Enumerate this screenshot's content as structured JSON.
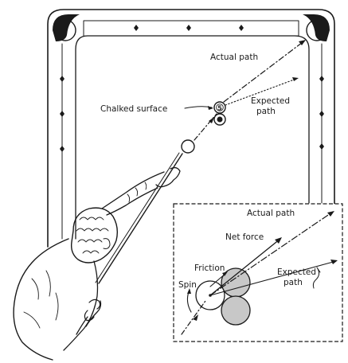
{
  "labels": {
    "actual_path": "Actual path",
    "chalked_surface": "Chalked surface",
    "expected_path_line1": "Expected",
    "expected_path_line2": "path",
    "ball_number": "5",
    "inset_actual_path": "Actual path",
    "inset_net_force": "Net force",
    "inset_friction": "Friction",
    "inset_spin": "Spin",
    "inset_expected_line1": "Expected",
    "inset_expected_line2": "path"
  },
  "colors": {
    "ink": "#1a1a1a",
    "shaded_ball": "#c8c8c8",
    "background": "#ffffff"
  }
}
